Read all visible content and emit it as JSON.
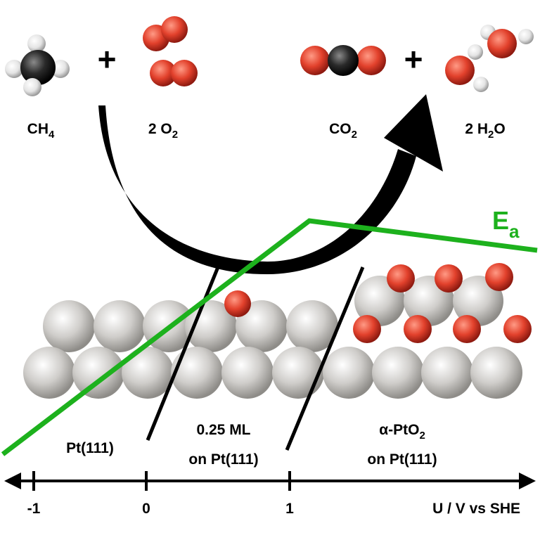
{
  "reaction": {
    "reactant1": {
      "text": "CH",
      "sub": "4"
    },
    "plus1": "+",
    "reactant2": {
      "pre": "2 O",
      "sub": "2"
    },
    "product1": {
      "text": "CO",
      "sub": "2"
    },
    "plus2": "+",
    "product2": {
      "pre": "2 H",
      "sub": "2",
      "post": "O"
    }
  },
  "energy_curve": {
    "label": "E",
    "label_sub": "a",
    "color": "#1db11d",
    "x": [
      -1.2,
      1.15,
      2.7
    ],
    "y_shape": [
      "low",
      "peak",
      "slightly lower"
    ]
  },
  "surfaces": [
    {
      "line1": "Pt(111)",
      "line2": ""
    },
    {
      "line1": "0.25 ML",
      "line2": "on Pt(111)"
    },
    {
      "line1": "α-PtO",
      "line1_sub": "2",
      "line2": "on Pt(111)"
    }
  ],
  "axis": {
    "label": "U / V vs SHE",
    "ticks": [
      "-1",
      "0",
      "1"
    ]
  },
  "colors": {
    "pt_atom": "#c8c6c2",
    "oxygen": "#d8402e",
    "carbon": "#2a2a2a",
    "hydrogen": "#e8e8e8",
    "arrow": "#000000"
  }
}
